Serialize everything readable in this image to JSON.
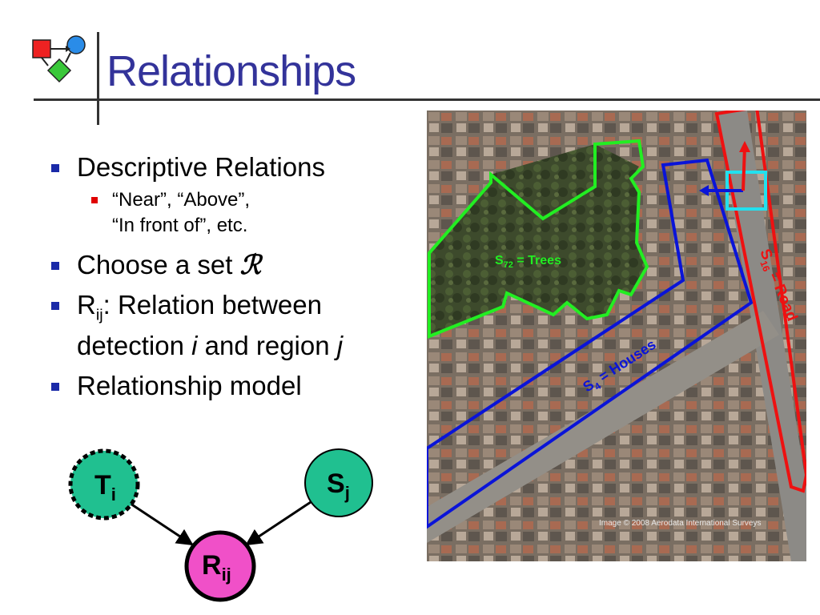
{
  "title": "Relationships",
  "bullets": {
    "b1": "Descriptive Relations",
    "b1_sub_line1": "“Near”, “Above”,",
    "b1_sub_line2": "“In front of”, etc.",
    "b2_text": "Choose a set ",
    "b2_symbol": "ℛ",
    "b3_R": "R",
    "b3_sub": "ij",
    "b3_text1": ": Relation between",
    "b3_text2a": "detection ",
    "b3_i": "i",
    "b3_text2b": " and region ",
    "b3_j": "j",
    "b4": "Relationship model"
  },
  "graph": {
    "node_t": {
      "main": "T",
      "sub": "i",
      "color": "#20c090"
    },
    "node_s": {
      "main": "S",
      "sub": "j",
      "color": "#20c090"
    },
    "node_r": {
      "main": "R",
      "sub": "ij",
      "color": "#f050c8"
    }
  },
  "photo": {
    "trees_label_main": "S",
    "trees_label_sub": "72",
    "trees_label_rest": " = Trees",
    "houses_label_main": "S",
    "houses_label_sub": "4",
    "houses_label_rest": " = Houses",
    "road_label_main": "S",
    "road_label_sub": "16",
    "road_label_rest": " = Road",
    "credit": "Image © 2008 Aerodata International Surveys",
    "colors": {
      "trees": "#22ee22",
      "houses": "#0a14d8",
      "road": "#ee1111",
      "box": "#22e0ee"
    }
  }
}
